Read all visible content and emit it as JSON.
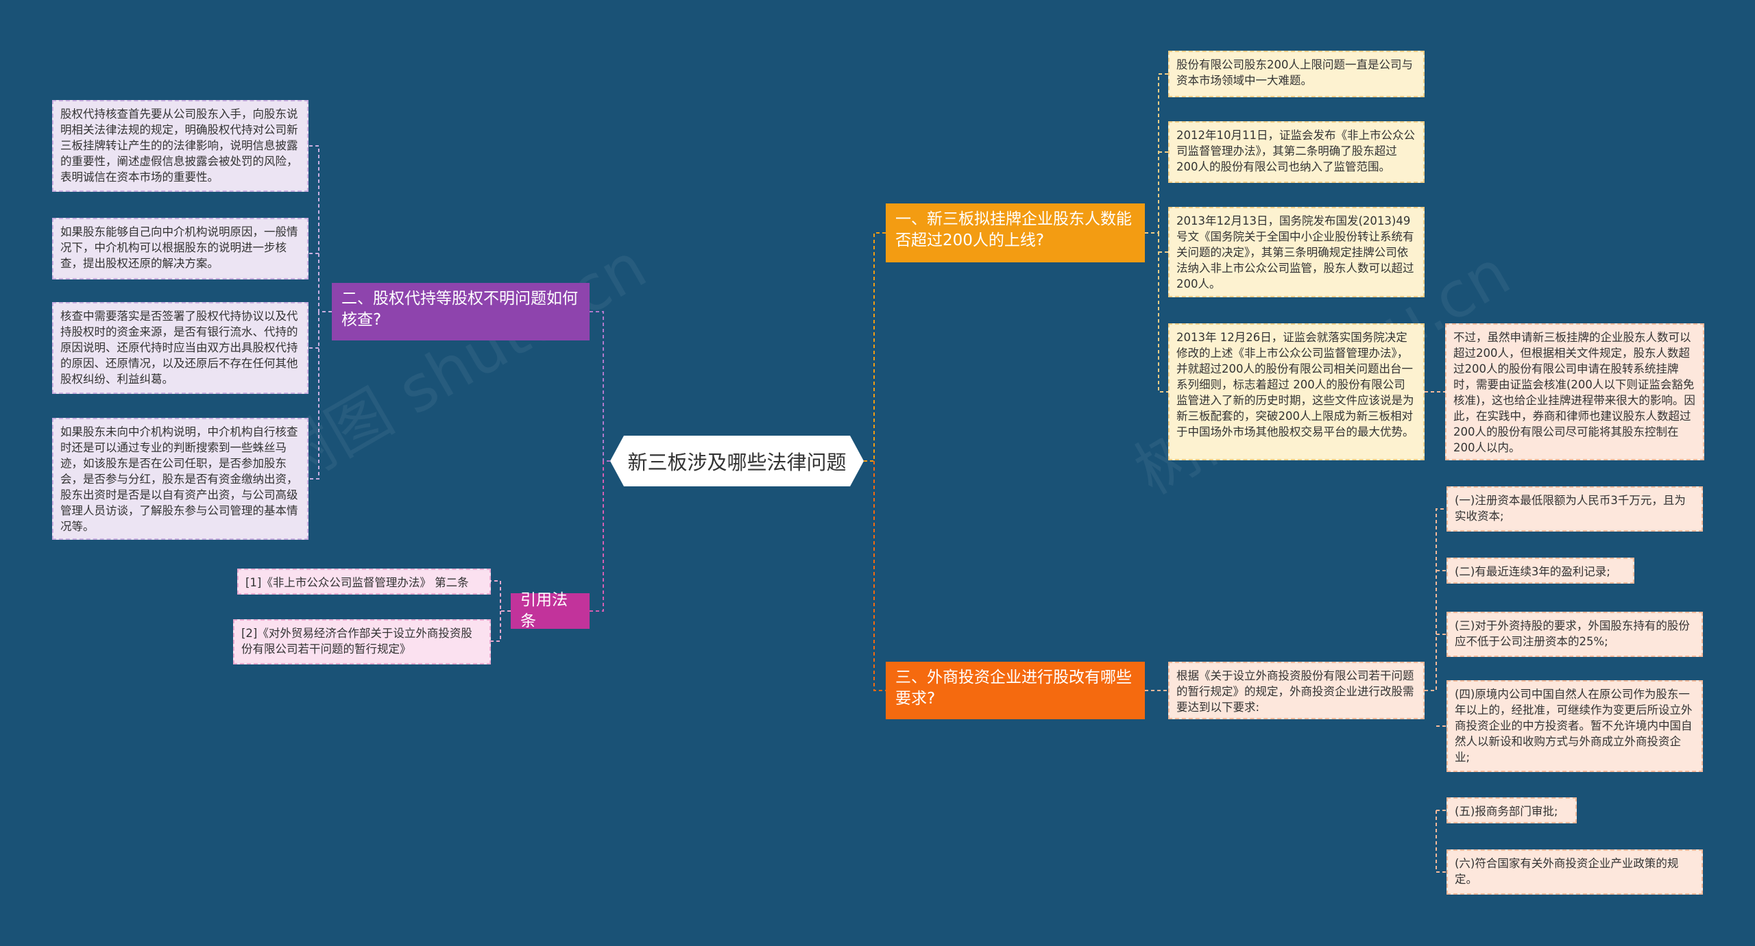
{
  "center": {
    "title": "新三板涉及哪些法律问题"
  },
  "branch1": {
    "title": "一、新三板拟挂牌企业股东人数能否超过200人的上线?",
    "leaves": [
      "股份有限公司股东200人上限问题一直是公司与资本市场领域中一大难题。",
      "2012年10月11日，证监会发布《非上市公众公司监督管理办法》，其第二条明确了股东超过200人的股份有限公司也纳入了监管范围。",
      "2013年12月13日，国务院发布国发(2013)49号文《国务院关于全国中小企业股份转让系统有关问题的决定》，其第三条明确规定挂牌公司依法纳入非上市公众公司监管，股东人数可以超过200人。",
      "2013年 12月26日，证监会就落实国务院决定修改的上述《非上市公众公司监督管理办法》，并就超过200人的股份有限公司相关问题出台一系列细则，标志着超过 200人的股份有限公司监管进入了新的历史时期，这些文件应该说是为新三板配套的，突破200人上限成为新三板相对于中国场外市场其他股权交易平台的最大优势。"
    ],
    "sub_leaf": "不过，虽然申请新三板挂牌的企业股东人数可以超过200人，但根据相关文件规定，股东人数超过200人的股份有限公司申请在股转系统挂牌时，需要由证监会核准(200人以下则证监会豁免核准)，这也给企业挂牌进程带来很大的影响。因此，在实践中，券商和律师也建议股东人数超过200人的股份有限公司尽可能将其股东控制在200人以内。"
  },
  "branch3": {
    "title": "三、外商投资企业进行股改有哪些要求?",
    "leaf": "根据《关于设立外商投资股份有限公司若干问题的暂行规定》的规定，外商投资企业进行改股需要达到以下要求:",
    "items": [
      "(一)注册资本最低限额为人民币3千万元，且为实收资本;",
      "(二)有最近连续3年的盈利记录;",
      "(三)对于外资持股的要求，外国股东持有的股份应不低于公司注册资本的25%;",
      "(四)原境内公司中国自然人在原公司作为股东一年以上的，经批准，可继续作为变更后所设立外商投资企业的中方投资者。暂不允许境内中国自然人以新设和收购方式与外商成立外商投资企业;",
      "(五)报商务部门审批;",
      "(六)符合国家有关外商投资企业产业政策的规定。"
    ]
  },
  "branch2": {
    "title": "二、股权代持等股权不明问题如何核查?",
    "leaves": [
      "股权代持核查首先要从公司股东入手，向股东说明相关法律法规的规定，明确股权代持对公司新三板挂牌转让产生的的法律影响，说明信息披露的重要性，阐述虚假信息披露会被处罚的风险，表明诚信在资本市场的重要性。",
      "如果股东能够自己向中介机构说明原因，一般情况下，中介机构可以根据股东的说明进一步核查，提出股权还原的解决方案。",
      "核查中需要落实是否签署了股权代持协议以及代持股权时的资金来源，是否有银行流水、代持的原因说明、还原代持时应当由双方出具股权代持的原因、还原情况，以及还原后不存在任何其他股权纠纷、利益纠葛。",
      "如果股东未向中介机构说明，中介机构自行核查时还是可以通过专业的判断搜索到一些蛛丝马迹，如该股东是否在公司任职，是否参加股东会，是否参与分红，股东是否有资金缴纳出资，股东出资时是否是以自有资产出资，与公司高级管理人员访谈，了解股东参与公司管理的基本情况等。"
    ]
  },
  "branch4": {
    "title": "引用法条",
    "leaves": [
      "[1]《非上市公众公司监督管理办法》 第二条",
      "[2]《对外贸易经济合作部关于设立外商投资股份有限公司若干问题的暂行规定》"
    ]
  },
  "watermark": "树图 shutu.cn",
  "colors": {
    "background": "#1a5276",
    "orange": "#f39c12",
    "red": "#f56a0f",
    "purple": "#8e44ad",
    "pink": "#c2339b"
  }
}
